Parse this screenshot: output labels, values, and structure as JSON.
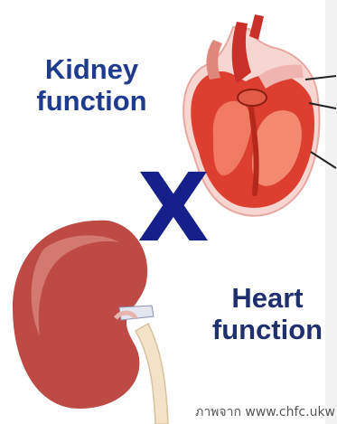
{
  "labels": {
    "kidney_line1": "Kidney",
    "kidney_line2": "function",
    "heart_line1": "Heart",
    "heart_line2": "function"
  },
  "times_symbol": "X",
  "watermark": "ภาพจาก www.chfc.ukw",
  "colors": {
    "label_blue": "#1f3b8f",
    "cross_blue": "#16208a",
    "heart_red": "#d83a2a",
    "kidney_red": "#b8413c"
  },
  "illustration": {
    "heart_icon": "anatomical-heart-icon",
    "kidney_icon": "kidney-icon"
  }
}
